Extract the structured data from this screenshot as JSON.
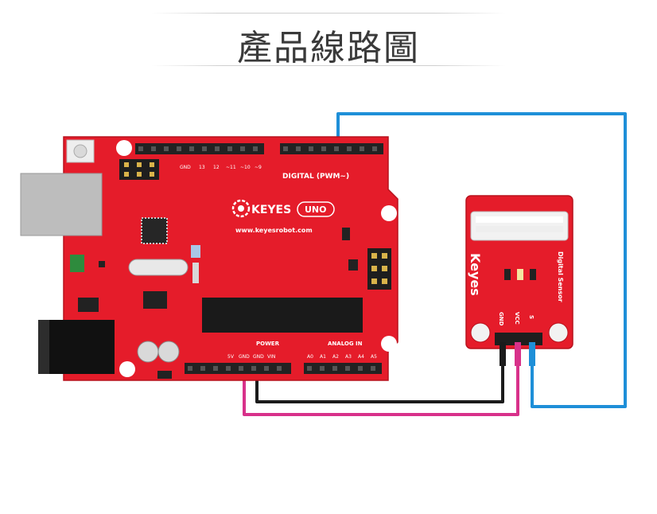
{
  "title": "產品線路圖",
  "board": {
    "brand": "KEYES",
    "model": "UNO",
    "website": "www.keyesrobot.com",
    "digital_label": "DIGITAL (PWM~)",
    "power_label": "POWER",
    "analog_label": "ANALOG IN"
  },
  "sensor": {
    "brand": "Keyes",
    "name": "Digital Sensor",
    "pins": [
      "GND",
      "VCC",
      "S"
    ]
  },
  "wire_colors": {
    "signal": "#1e8fd8",
    "gnd": "#1b1b1b",
    "vcc": "#d8318a",
    "board": "#e51c2a"
  }
}
